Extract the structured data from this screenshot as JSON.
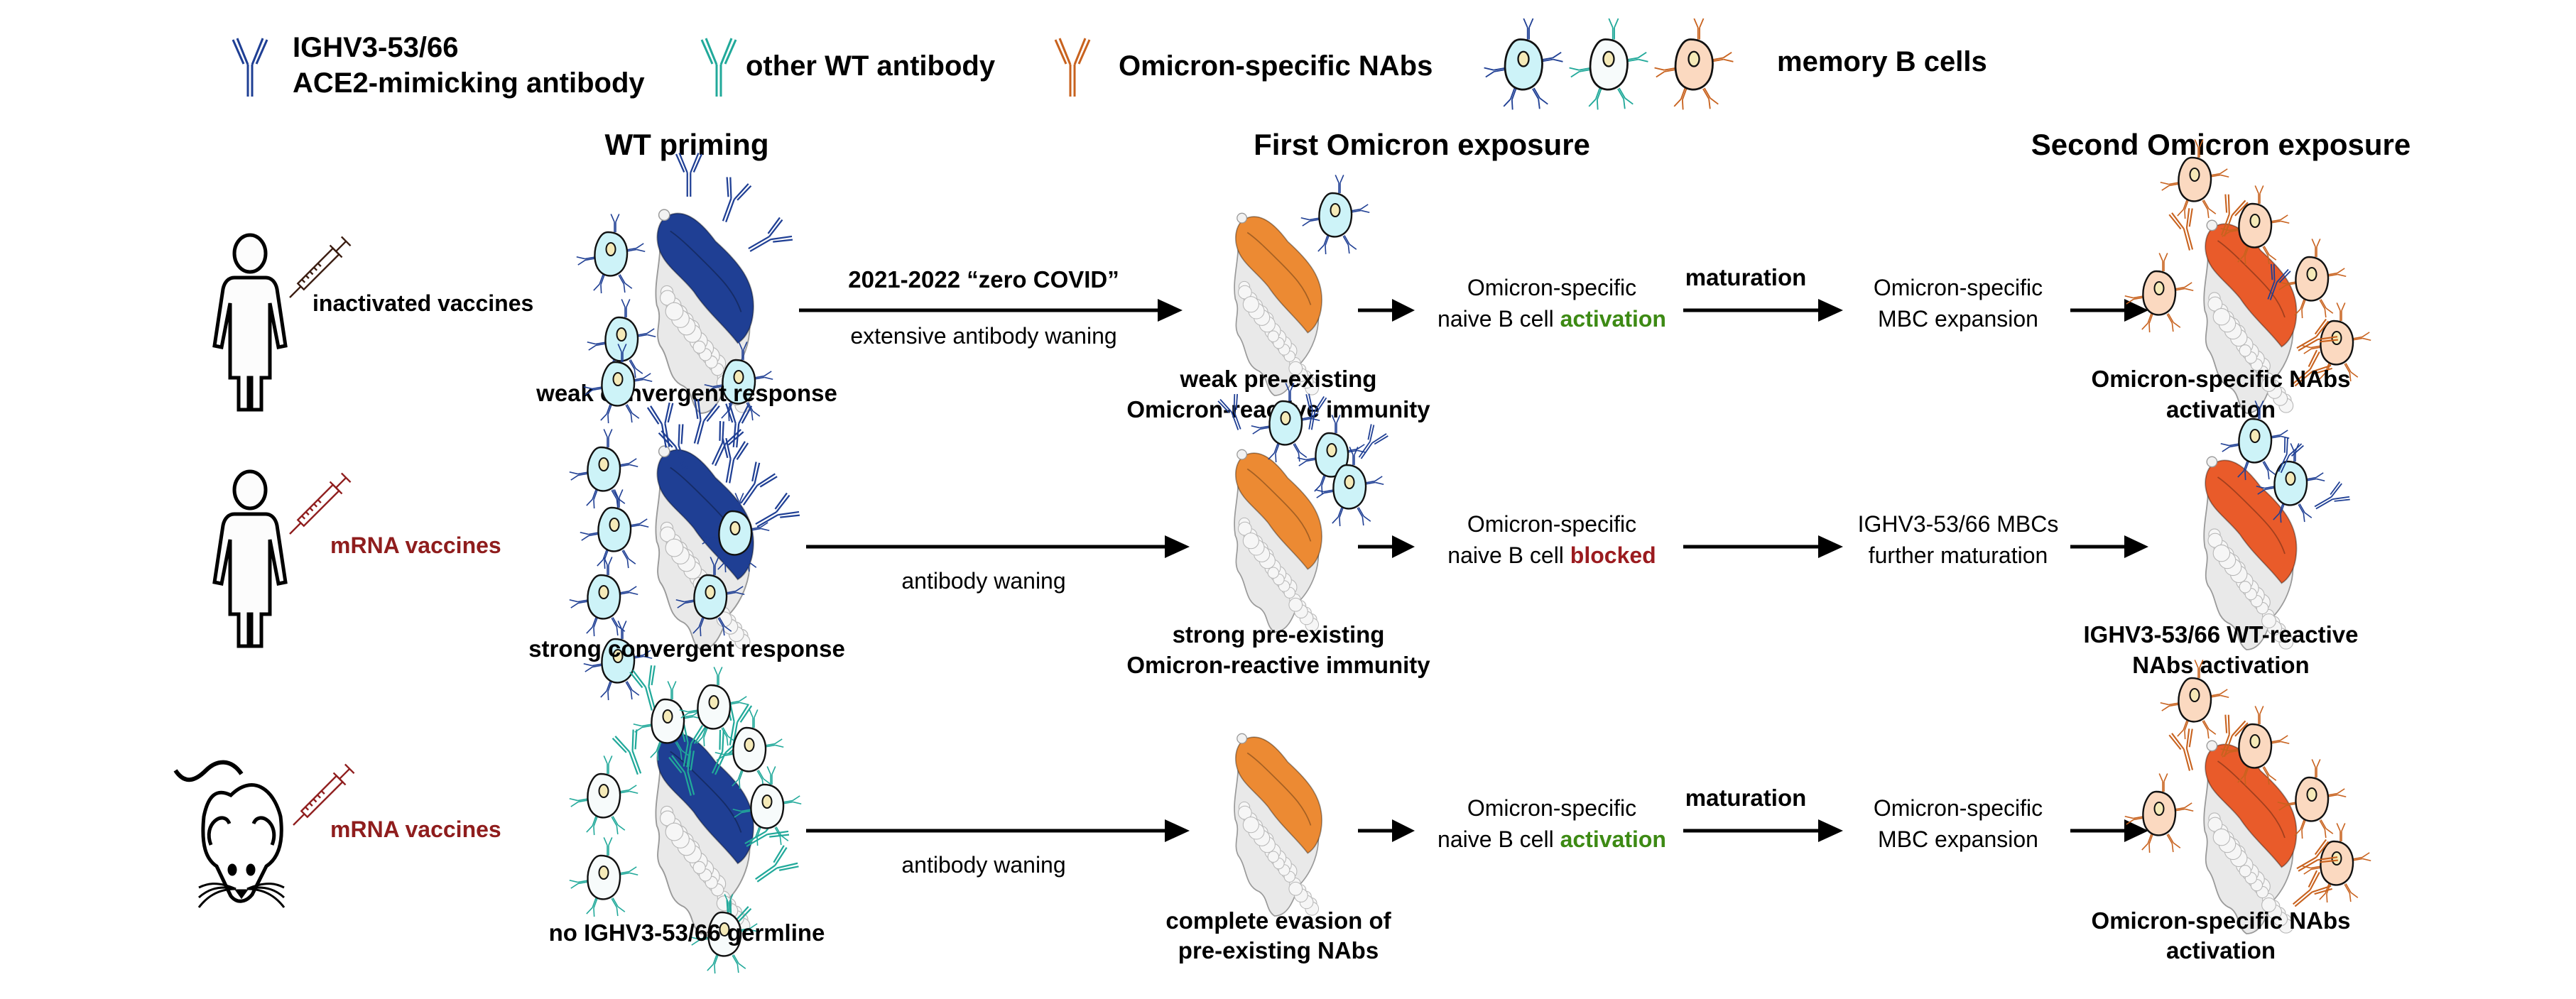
{
  "legend": {
    "items": [
      {
        "icon": "antibody-icon",
        "color": "#1f3f94",
        "line1": "IGHV3-53/66",
        "line2": "ACE2-mimicking antibody"
      },
      {
        "icon": "antibody-icon",
        "color": "#21a99a",
        "line1": "other WT antibody"
      },
      {
        "icon": "antibody-icon",
        "color": "#c8621e",
        "line1": "Omicron-specific NAbs"
      },
      {
        "icon": "memory-b-cell-icon",
        "colors": [
          "#1f3f94",
          "#21a99a",
          "#c8621e"
        ],
        "line1": "memory B cells"
      }
    ]
  },
  "headers": {
    "wt_priming": "WT priming",
    "first_exposure": "First Omicron exposure",
    "second_exposure": "Second Omicron exposure"
  },
  "colors": {
    "ighv_blue": "#1f3f94",
    "wt_teal": "#21a99a",
    "omicron_orange": "#c8621e",
    "rbd_first": "#ec8a33",
    "rbd_second": "#e95b2a",
    "activation_green": "#3d8a14",
    "blocked_red": "#9b1b1f",
    "mrna_red": "#8f1d1d",
    "cell_blue": "#cdf3f8",
    "cell_white": "#f7fbfb",
    "cell_peach": "#fbd9c0",
    "nucleus": "#f5eab8"
  },
  "rows": [
    {
      "subject": "human",
      "vaccine": "inactivated vaccines",
      "vaccine_color": "#000000",
      "priming_caption": "weak convergent response",
      "arrow1_top": "2021-2022 “zero COVID”",
      "arrow1_bottom": "extensive antibody waning",
      "first_caption_1": "weak pre-existing",
      "first_caption_2": "Omicron-reactive immunity",
      "step1_line1": "Omicron-specific",
      "step1_line2_prefix": "naive B cell ",
      "step1_keyword": "activation",
      "step1_keyword_color": "#3d8a14",
      "arrow3_top": "maturation",
      "step2_line1": "Omicron-specific",
      "step2_line2": "MBC expansion",
      "second_caption_1": "Omicron-specific NAbs",
      "second_caption_2": "activation"
    },
    {
      "subject": "human",
      "vaccine": "mRNA vaccines",
      "vaccine_color": "#8f1d1d",
      "priming_caption": "strong convergent response",
      "arrow1_top": "",
      "arrow1_bottom": "antibody waning",
      "first_caption_1": "strong pre-existing",
      "first_caption_2": "Omicron-reactive immunity",
      "step1_line1": "Omicron-specific",
      "step1_line2_prefix": "naive B cell ",
      "step1_keyword": "blocked",
      "step1_keyword_color": "#9b1b1f",
      "arrow3_top": "",
      "step2_line1": "IGHV3-53/66 MBCs",
      "step2_line2": "further maturation",
      "second_caption_1": "IGHV3-53/66 WT-reactive",
      "second_caption_2": "NAbs activation"
    },
    {
      "subject": "mouse",
      "vaccine": "mRNA vaccines",
      "vaccine_color": "#8f1d1d",
      "priming_caption": "no IGHV3-53/66 germline",
      "arrow1_top": "",
      "arrow1_bottom": "antibody waning",
      "first_caption_1": "complete evasion of",
      "first_caption_2": "pre-existing NAbs",
      "step1_line1": "Omicron-specific",
      "step1_line2_prefix": "naive B cell ",
      "step1_keyword": "activation",
      "step1_keyword_color": "#3d8a14",
      "arrow3_top": "maturation",
      "step2_line1": "Omicron-specific",
      "step2_line2": "MBC expansion",
      "second_caption_1": "Omicron-specific NAbs",
      "second_caption_2": "activation"
    }
  ]
}
